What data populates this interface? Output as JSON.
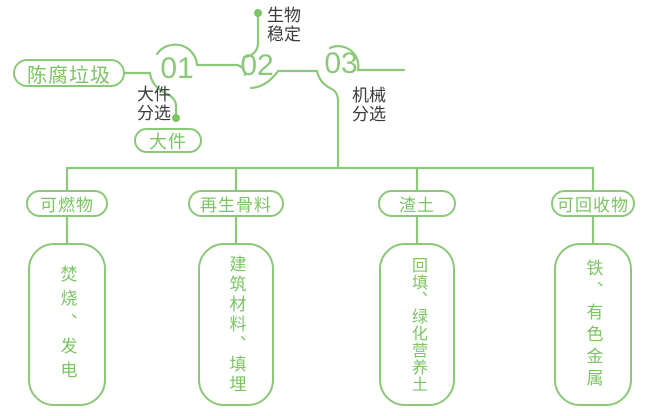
{
  "palette": {
    "line_green": "#8CC87A",
    "text_green": "#7CC464",
    "label_dark": "#3B3B3B",
    "background": "#FFFFFF"
  },
  "source": {
    "label": "陈腐垃圾"
  },
  "stages": [
    {
      "number": "01",
      "label": "大件\n分选",
      "branch_pill": "大件"
    },
    {
      "number": "02",
      "label": "生物\n稳定"
    },
    {
      "number": "03",
      "label": "机械\n分选"
    }
  ],
  "outputs": [
    {
      "category": "可燃物",
      "products": "焚烧、发电"
    },
    {
      "category": "再生骨料",
      "products": "建筑材料、填埋"
    },
    {
      "category": "渣土",
      "products": "回填、绿化营养土"
    },
    {
      "category": "可回收物",
      "products": "铁、有色金属"
    }
  ]
}
